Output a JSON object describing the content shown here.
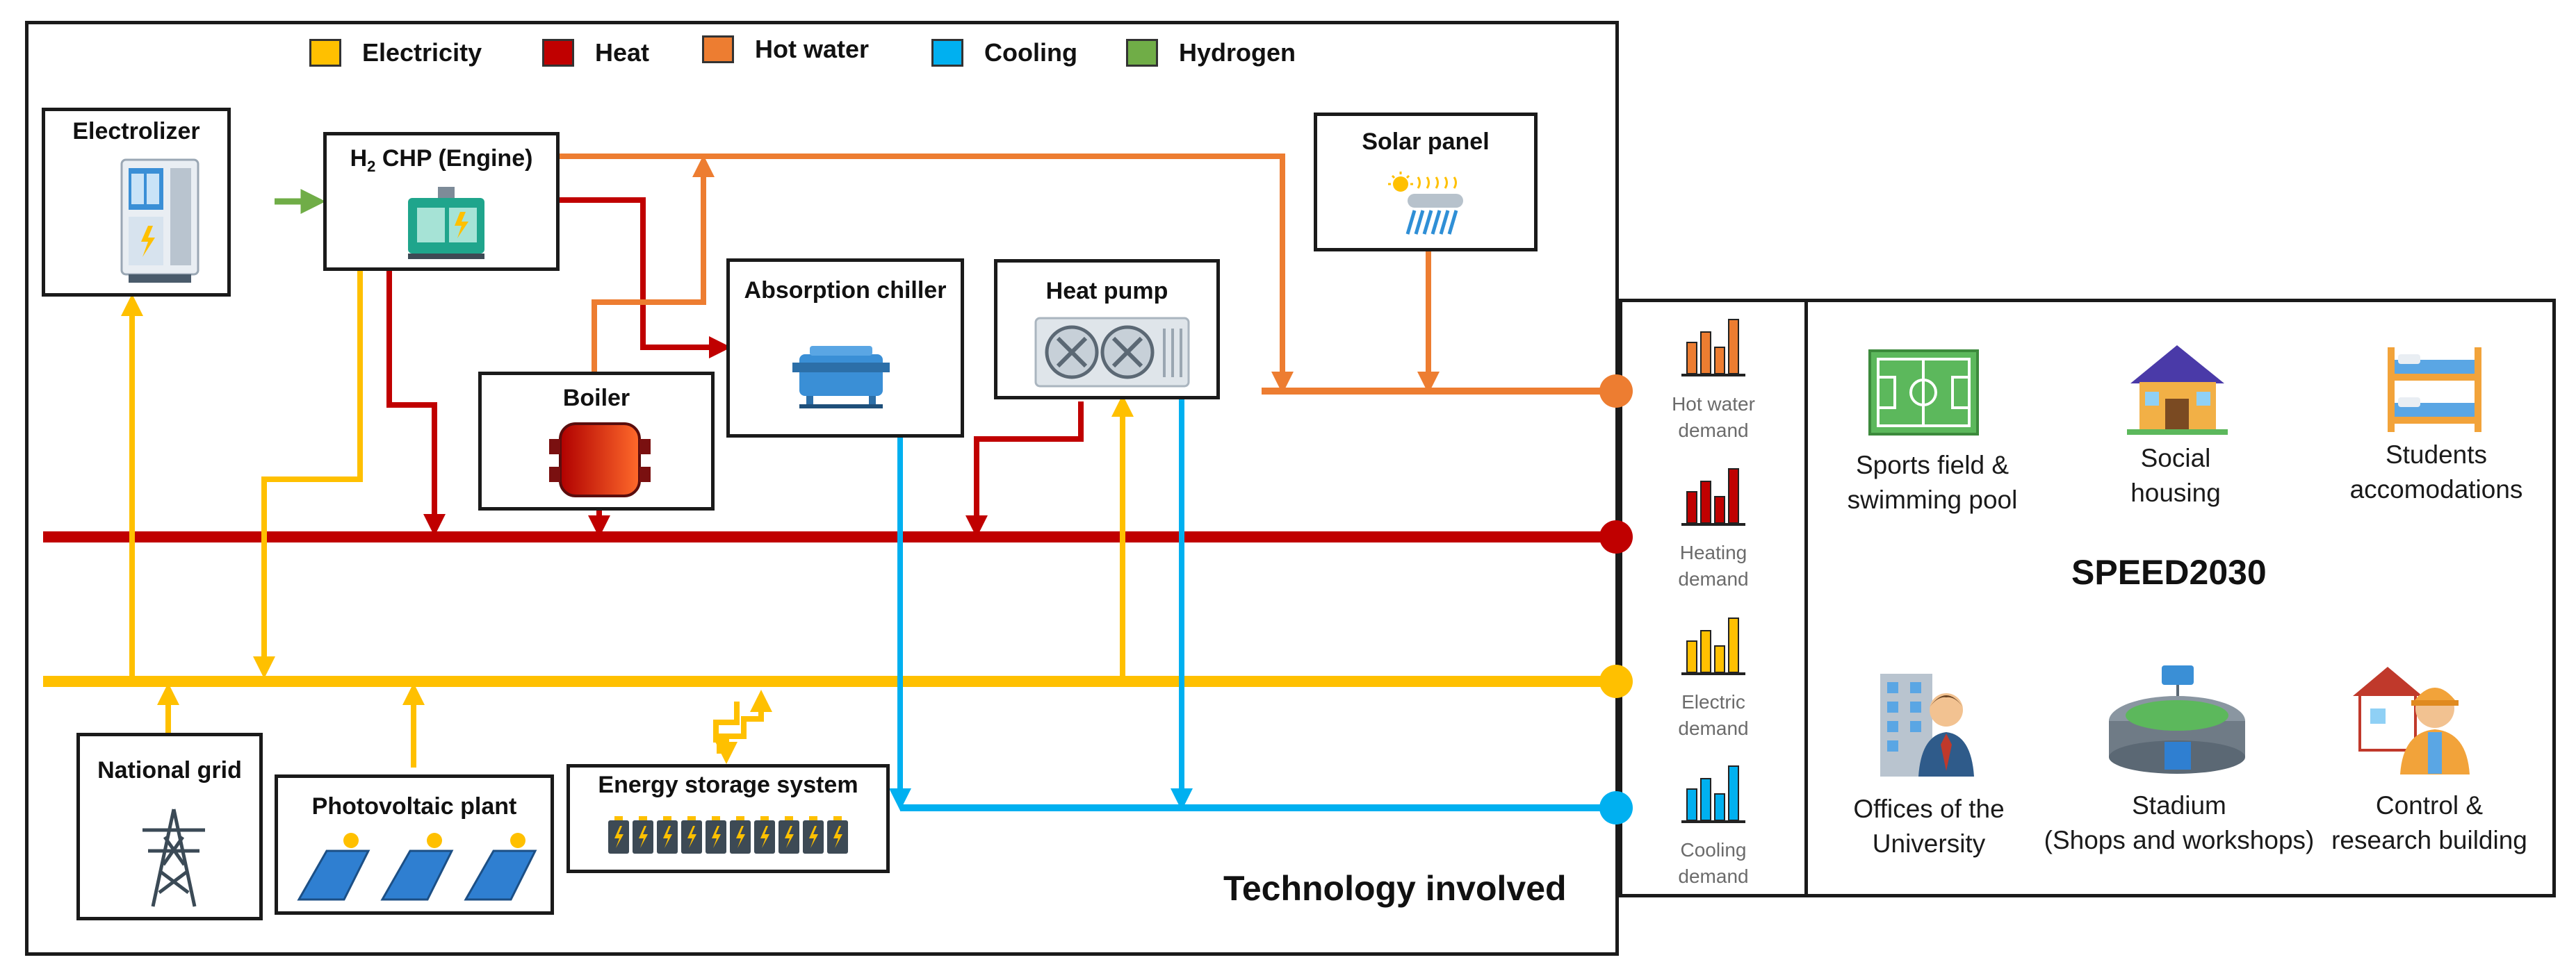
{
  "legend": [
    {
      "label": "Electricity",
      "color": "#FFC000"
    },
    {
      "label": "Heat",
      "color": "#C00000"
    },
    {
      "label": "Hot water",
      "color": "#ED7D31"
    },
    {
      "label": "Cooling",
      "color": "#00B0F0"
    },
    {
      "label": "Hydrogen",
      "color": "#70AD47"
    }
  ],
  "components": {
    "electrolizer": "Electrolizer",
    "h2chp_prefix": "H",
    "h2chp_sub": "2",
    "h2chp_suffix": " CHP (Engine)",
    "solar_panel": "Solar panel",
    "absorption_chiller": "Absorption chiller",
    "heat_pump": "Heat pump",
    "boiler": "Boiler",
    "national_grid": "National grid",
    "photovoltaic_plant": "Photovoltaic plant",
    "energy_storage": "Energy storage system"
  },
  "demands": [
    {
      "line1": "Hot water",
      "line2": "demand",
      "color": "#ED7D31",
      "icon": "bar-chart-icon"
    },
    {
      "line1": "Heating",
      "line2": "demand",
      "color": "#C00000",
      "icon": "bar-chart-icon"
    },
    {
      "line1": "Electric",
      "line2": "demand",
      "color": "#FFC000",
      "icon": "bar-chart-icon"
    },
    {
      "line1": "Cooling",
      "line2": "demand",
      "color": "#00B0F0",
      "icon": "bar-chart-icon"
    }
  ],
  "technology_title": "Technology involved",
  "campus_title": "SPEED2030",
  "buildings": [
    {
      "line1": "Sports field &",
      "line2": "swimming pool",
      "icon": "sports-field-icon"
    },
    {
      "line1": "Social",
      "line2": "housing",
      "icon": "house-icon"
    },
    {
      "line1": "Students",
      "line2": "accomodations",
      "icon": "bunk-bed-icon"
    },
    {
      "line1": "Offices of the",
      "line2": "University",
      "icon": "office-worker-icon"
    },
    {
      "line1": "Stadium",
      "line2": "(Shops and workshops)",
      "icon": "stadium-icon"
    },
    {
      "line1": "Control &",
      "line2": "research building",
      "icon": "engineer-icon"
    }
  ]
}
